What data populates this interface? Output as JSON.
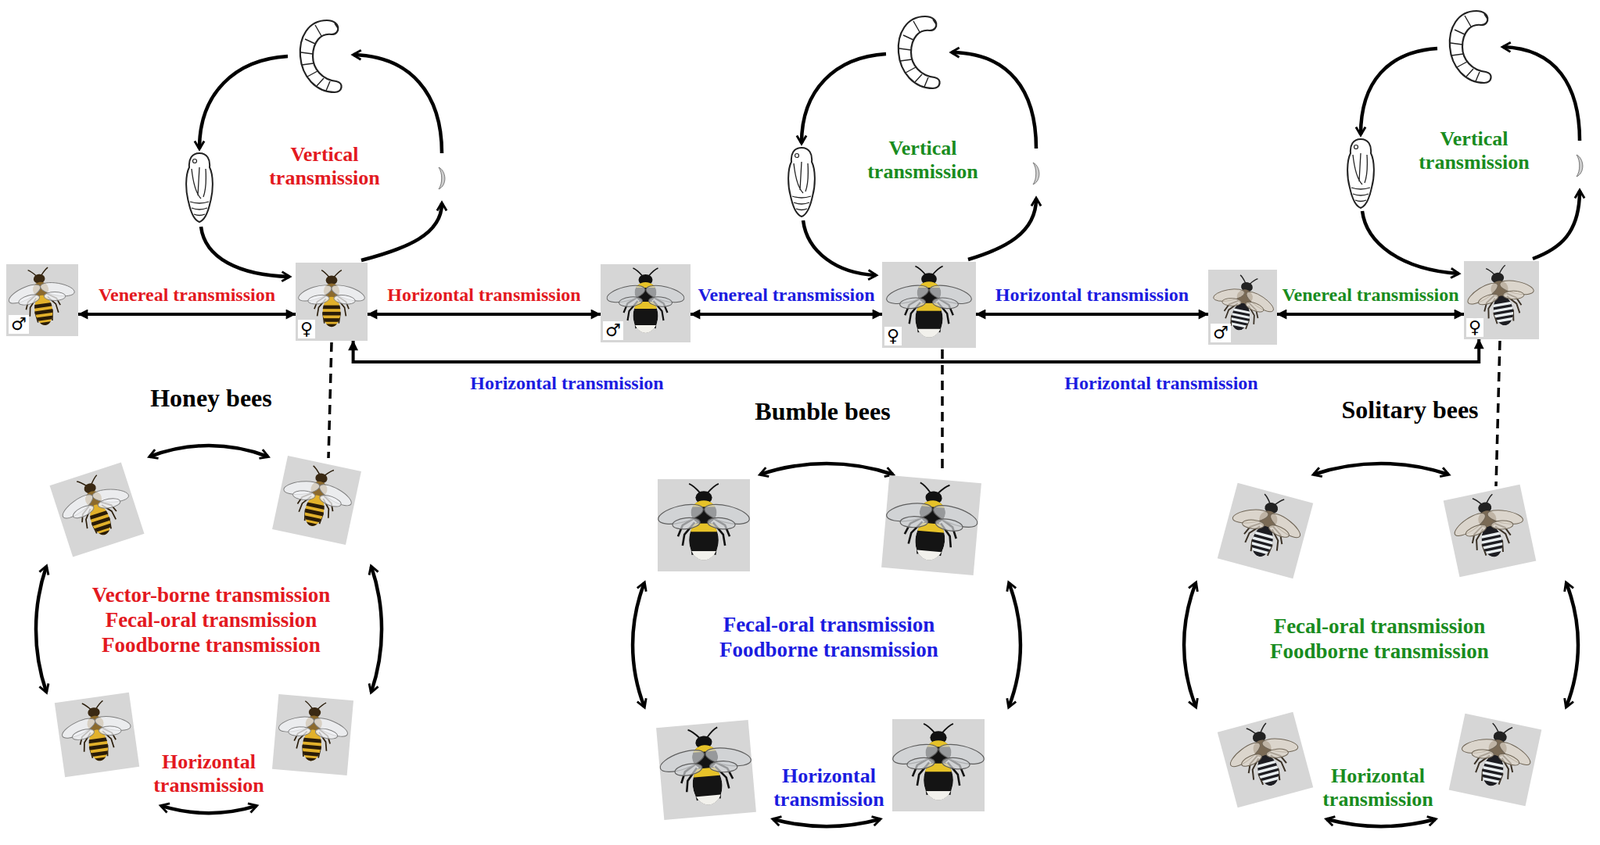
{
  "diagram": {
    "nodes": [
      {
        "text": [
          "♂"
        ]
      },
      {
        "text": [
          "♀"
        ]
      },
      {
        "text": [
          "♂"
        ]
      },
      {
        "text": [
          "♀"
        ]
      },
      {
        "text": [
          "♂"
        ]
      },
      {
        "text": [
          "♀"
        ]
      }
    ],
    "edges": [
      {
        "from": 0,
        "to": 1,
        "arrow": "both",
        "label": "Venereal transmission"
      },
      {
        "from": 1,
        "to": 2,
        "arrow": "both",
        "label": "Horizontal transmission"
      },
      {
        "from": 2,
        "to": 3,
        "arrow": "both",
        "label": "Venereal transmission"
      },
      {
        "from": 3,
        "to": 4,
        "arrow": "both",
        "label": "Horizontal transmission"
      },
      {
        "from": 4,
        "to": 5,
        "arrow": "both",
        "label": "Venereal transmission"
      },
      {
        "from": 1,
        "to": 5,
        "arrow": "both",
        "label": "Horizontal transmission"
      }
    ],
    "labels": [
      "Vertical transmission",
      "Vertical transmission",
      "Vertical transmission",
      "Horizontal transmission",
      "Honey bees",
      "Bumble bees",
      "Solitary bees",
      "Vector-borne transmission",
      "Fecal-oral transmission",
      "Foodborne transmission",
      "Horizontal transmission",
      "Fecal-oral transmission",
      "Foodborne transmission",
      "Horizontal transmission",
      "Fecal-oral transmission",
      "Foodborne transmission",
      "Horizontal transmission"
    ]
  }
}
